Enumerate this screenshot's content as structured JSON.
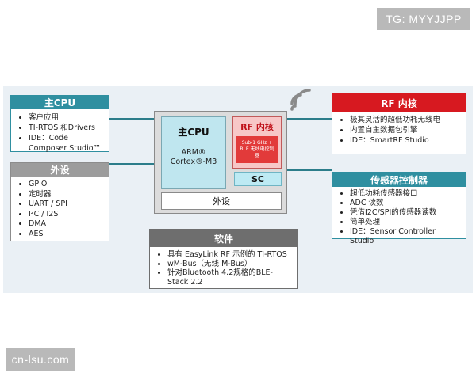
{
  "watermarks": {
    "top": "TG: MYYJJPP",
    "bottom": "cn-lsu.com"
  },
  "main_cpu_box": {
    "title": "主CPU",
    "items": [
      "客户应用",
      "TI-RTOS 和Drivers",
      "IDE：Code Composer Studio™"
    ]
  },
  "peripherals_box": {
    "title": "外设",
    "items": [
      "GPIO",
      "定时器",
      "UART / SPI",
      "I²C / I2S",
      "DMA",
      "AES"
    ]
  },
  "software_box": {
    "title": "软件",
    "items": [
      "具有 EasyLink RF 示例的 TI-RTOS",
      "wM-Bus（无线 M-Bus）",
      "针对Bluetooth 4.2规格的BLE-Stack 2.2"
    ]
  },
  "rf_core_box": {
    "title": "RF 内核",
    "items": [
      "极其灵活的超低功耗无线电",
      "内置自主数据包引擎",
      "IDE：SmartRF Studio"
    ]
  },
  "sensor_ctrl_box": {
    "title": "传感器控制器",
    "items": [
      "超低功耗传感器接口",
      "ADC 读数",
      "凭借I2C/SPI的传感器读数",
      "简单处理",
      "IDE：Sensor Controller Studio"
    ]
  },
  "chip": {
    "cpu_title": "主CPU",
    "cpu_core": "ARM® Cortex®-M3",
    "rf_title": "RF 内核",
    "rf_inner": "Sub-1 GHz + BLE 无线电控制器",
    "sc_label": "SC",
    "periph_label": "外设"
  },
  "icons": {
    "wireless": "wifi-signal-icon"
  },
  "colors": {
    "teal": "#2f8fa0",
    "gray_header": "#9c9c9c",
    "red": "#d71920",
    "sc_cyan": "#bdeaf3"
  }
}
